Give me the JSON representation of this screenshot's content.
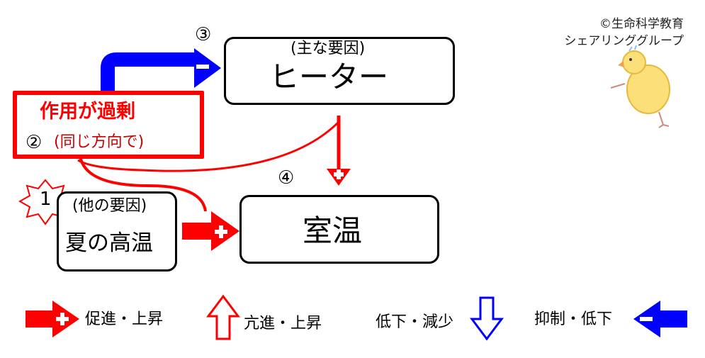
{
  "credit": {
    "line1": "©生命科学教育",
    "line2": "シェアリンググループ"
  },
  "nodes": {
    "heater": {
      "number": "③",
      "subtitle": "(主な要因)",
      "title": "ヒーター"
    },
    "overaction": {
      "number": "②",
      "title": "作用が過剰",
      "subtitle": "(同じ方向で)"
    },
    "summer": {
      "number": "1",
      "subtitle": "(他の要因)",
      "title": "夏の高温"
    },
    "room": {
      "number": "④",
      "title": "室温"
    }
  },
  "legend": {
    "promote": "促進・上昇",
    "enhance": "亢進・上昇",
    "decrease": "低下・減少",
    "suppress": "抑制・低下"
  },
  "colors": {
    "red": "#ff0000",
    "darkred": "#cc0000",
    "blue": "#0000ff",
    "black": "#000000"
  }
}
